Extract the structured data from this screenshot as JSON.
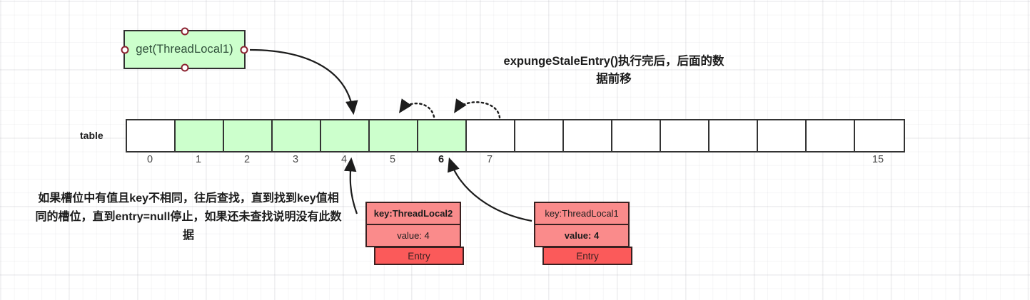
{
  "diagram": {
    "heading": "expungeStaleEntry()执行完后，后面的数据前移",
    "note": "如果槽位中有值且key不相同，往后查找，直到找到key值相同的槽位，直到entry=null停止，如果还未查找说明没有此数据",
    "get_node": {
      "label": "get(ThreadLocal1)"
    },
    "table": {
      "label": "table",
      "cells": [
        {
          "index": "0",
          "filled": false,
          "bold_index": false
        },
        {
          "index": "1",
          "filled": true,
          "bold_index": false
        },
        {
          "index": "2",
          "filled": true,
          "bold_index": false
        },
        {
          "index": "3",
          "filled": true,
          "bold_index": false
        },
        {
          "index": "4",
          "filled": true,
          "bold_index": false
        },
        {
          "index": "5",
          "filled": true,
          "bold_index": false
        },
        {
          "index": "6",
          "filled": true,
          "bold_index": true
        },
        {
          "index": "7",
          "filled": false,
          "bold_index": false
        },
        {
          "index": "",
          "filled": false,
          "bold_index": false
        },
        {
          "index": "",
          "filled": false,
          "bold_index": false
        },
        {
          "index": "",
          "filled": false,
          "bold_index": false
        },
        {
          "index": "",
          "filled": false,
          "bold_index": false
        },
        {
          "index": "",
          "filled": false,
          "bold_index": false
        },
        {
          "index": "",
          "filled": false,
          "bold_index": false
        },
        {
          "index": "",
          "filled": false,
          "bold_index": false
        },
        {
          "index": "15",
          "filled": false,
          "bold_index": false
        }
      ]
    },
    "entries": [
      {
        "key": "key:ThreadLocal2",
        "key_bold": true,
        "value": "value: 4",
        "value_bold": false,
        "footer": "Entry"
      },
      {
        "key": "key:ThreadLocal1",
        "key_bold": false,
        "value": "value: 4",
        "value_bold": true,
        "footer": "Entry"
      }
    ],
    "colors": {
      "cell_filled": "#ccffcc",
      "cell_empty": "#ffffff",
      "entry_field": "#fa8b8b",
      "entry_footer": "#fb5a5a",
      "stroke": "#333333",
      "connector": "#8b2230"
    }
  }
}
